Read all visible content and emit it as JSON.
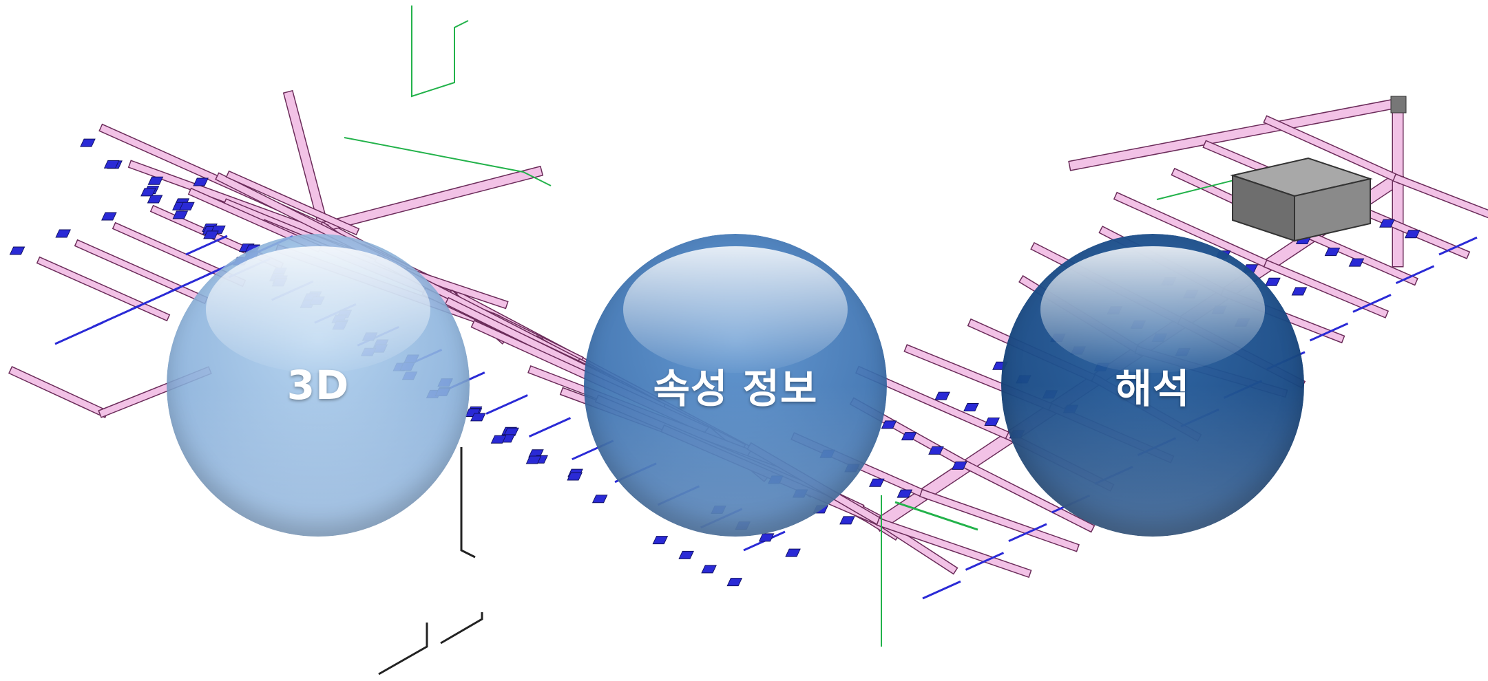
{
  "diagram": {
    "bubbles": [
      {
        "id": "3d",
        "label": "3D"
      },
      {
        "id": "attr",
        "label": "속성 정보"
      },
      {
        "id": "analysis",
        "label": "해석"
      }
    ],
    "colors": {
      "duct_fill": "#f2c2e6",
      "duct_edge": "#6b2c5a",
      "diffuser": "#2a2ad6",
      "pipe_green": "#22b24a",
      "equipment": "#6e6e6e"
    }
  }
}
